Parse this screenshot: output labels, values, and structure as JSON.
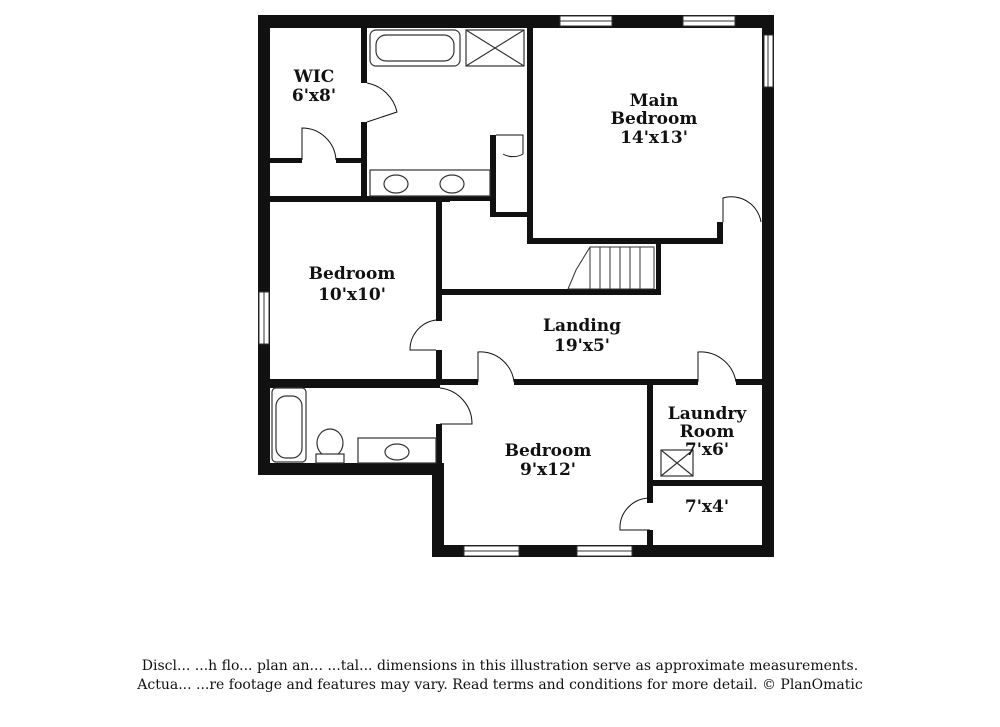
{
  "rooms": {
    "wic": {
      "name": "WIC",
      "size": "6'x8'"
    },
    "main_bedroom": {
      "name_line1": "Main",
      "name_line2": "Bedroom",
      "size": "14'x13'"
    },
    "bedroom_west": {
      "name": "Bedroom",
      "size": "10'x10'"
    },
    "landing": {
      "name": "Landing",
      "size": "19'x5'"
    },
    "laundry": {
      "name_line1": "Laundry",
      "name_line2": "Room",
      "size": "7'x6'"
    },
    "bedroom_south": {
      "name": "Bedroom",
      "size": "9'x12'"
    },
    "closet": {
      "size": "7'x4'"
    }
  },
  "disclaimer": {
    "line1": "Discl... ...h flo... plan an... ...tal... dimensions in this illustration serve as approximate measurements.",
    "line2": "Actua... ...re footage and features may vary. Read terms and conditions for more detail. © PlanOmatic"
  }
}
